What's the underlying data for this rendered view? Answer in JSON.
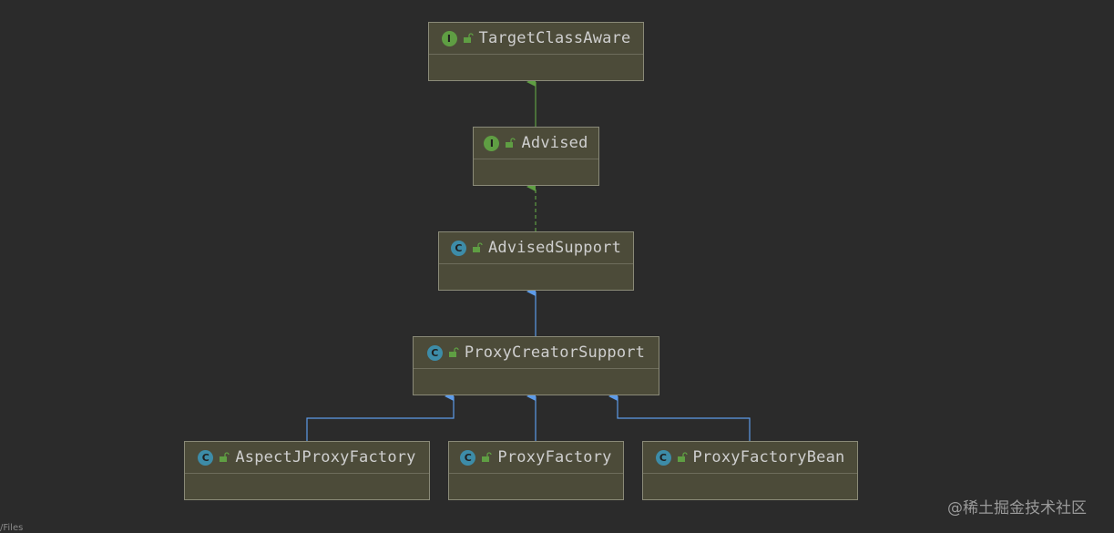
{
  "colors": {
    "background": "#2b2b2b",
    "node_fill": "#4c4b39",
    "node_border": "#8a8a78",
    "interface_badge": "#5f9e43",
    "class_badge": "#3d8ca8",
    "extends_arrow": "#5d9be8",
    "interface_arrow": "#5f9e43"
  },
  "nodes": [
    {
      "name": "TargetClassAware",
      "kind": "I",
      "kind_icon": "interface-icon"
    },
    {
      "name": "Advised",
      "kind": "I",
      "kind_icon": "interface-icon"
    },
    {
      "name": "AdvisedSupport",
      "kind": "C",
      "kind_icon": "class-icon"
    },
    {
      "name": "ProxyCreatorSupport",
      "kind": "C",
      "kind_icon": "class-icon"
    },
    {
      "name": "AspectJProxyFactory",
      "kind": "C",
      "kind_icon": "class-icon"
    },
    {
      "name": "ProxyFactory",
      "kind": "C",
      "kind_icon": "class-icon"
    },
    {
      "name": "ProxyFactoryBean",
      "kind": "C",
      "kind_icon": "class-icon"
    }
  ],
  "edges": [
    {
      "from": "Advised",
      "to": "TargetClassAware",
      "type": "extends-interface"
    },
    {
      "from": "AdvisedSupport",
      "to": "Advised",
      "type": "implements"
    },
    {
      "from": "ProxyCreatorSupport",
      "to": "AdvisedSupport",
      "type": "extends"
    },
    {
      "from": "AspectJProxyFactory",
      "to": "ProxyCreatorSupport",
      "type": "extends"
    },
    {
      "from": "ProxyFactory",
      "to": "ProxyCreatorSupport",
      "type": "extends"
    },
    {
      "from": "ProxyFactoryBean",
      "to": "ProxyCreatorSupport",
      "type": "extends"
    }
  ],
  "watermark": "@稀土掘金技术社区",
  "footer_text": "/Files"
}
